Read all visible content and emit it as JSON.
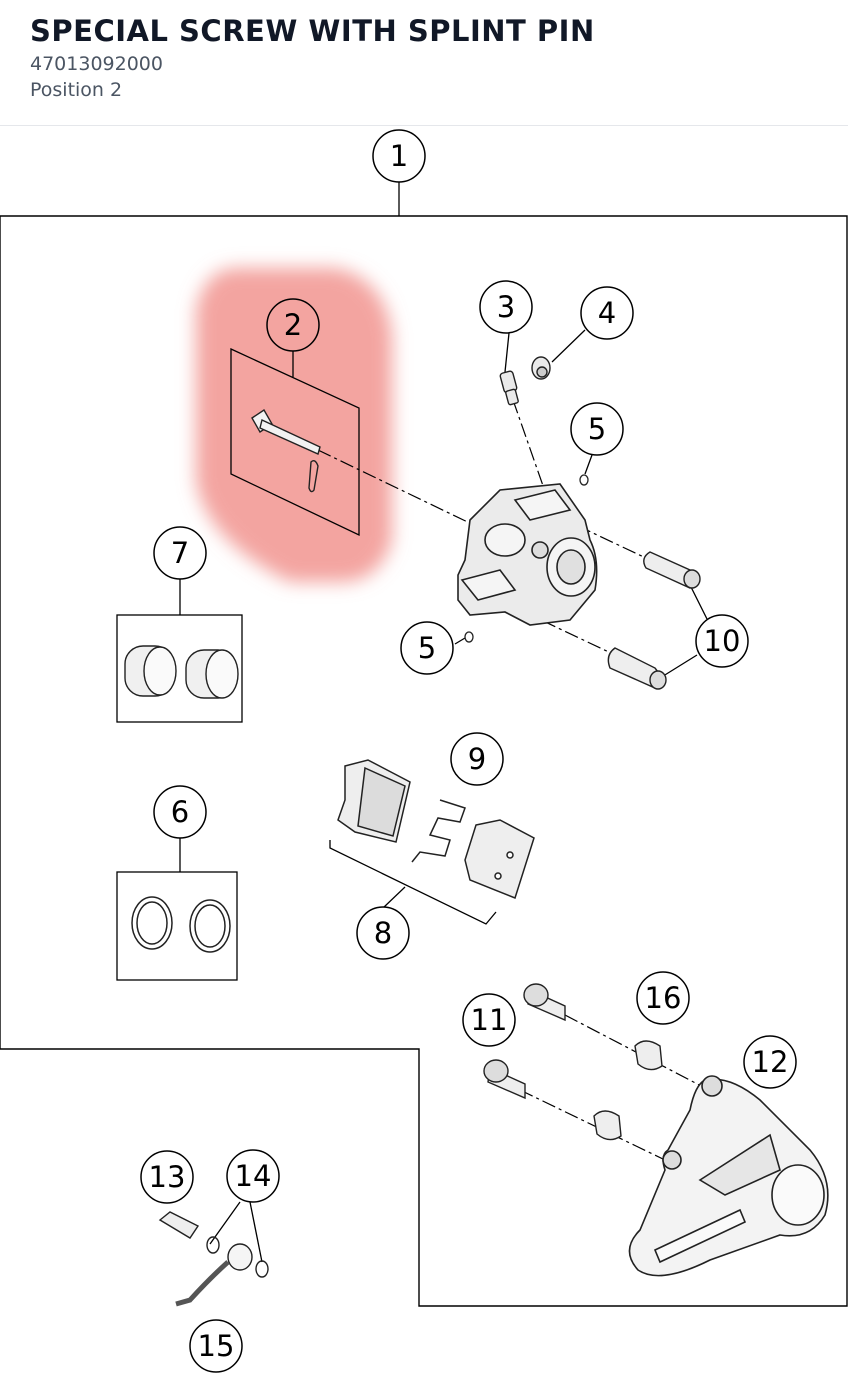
{
  "header": {
    "title": "SPECIAL SCREW WITH SPLINT PIN",
    "part_number": "47013092000",
    "position": "Position 2"
  },
  "diagram": {
    "highlight_color": "#f08a85",
    "callouts": {
      "c1": "1",
      "c2": "2",
      "c3": "3",
      "c4": "4",
      "c5a": "5",
      "c5b": "5",
      "c6": "6",
      "c7": "7",
      "c8": "8",
      "c9": "9",
      "c10": "10",
      "c11": "11",
      "c12": "12",
      "c13": "13",
      "c14": "14",
      "c15": "15",
      "c16": "16"
    }
  }
}
